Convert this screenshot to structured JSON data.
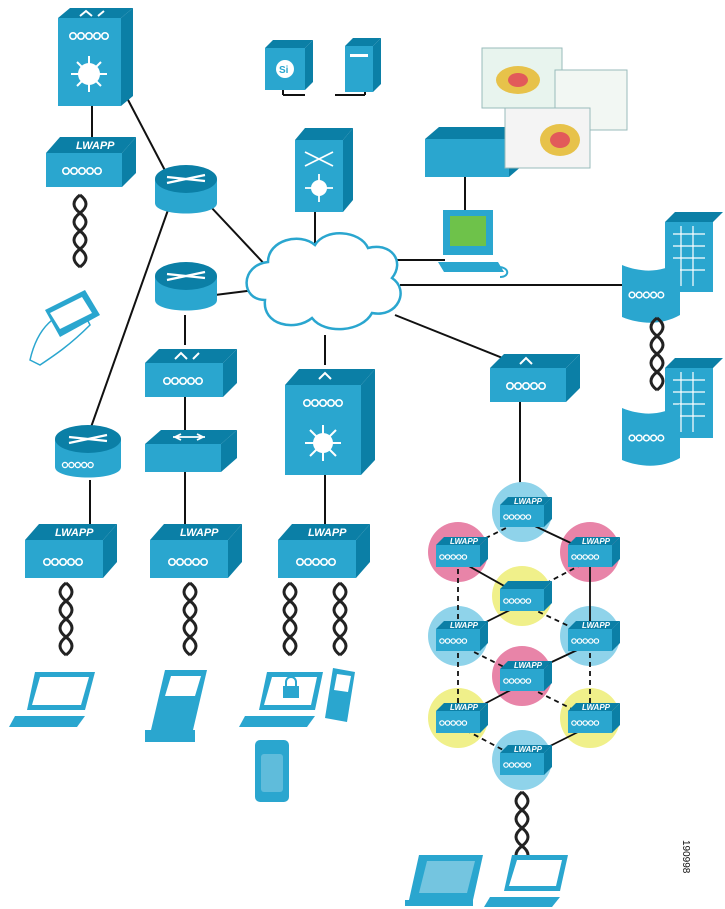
{
  "labels": {
    "ap": "LWAPP",
    "mesh_ap": "LWAPP",
    "si": "Si",
    "figure_id": "190998"
  },
  "colors": {
    "device_blue": "#2aa6cf",
    "device_dark": "#0b7fa6",
    "outline": "#0a4f6b",
    "halo_blue": "#8fd3ea",
    "halo_pink": "#e884a8",
    "halo_yellow": "#f0f08a",
    "cloud_fill": "#ffffff",
    "cloud_stroke": "#2aa6cf"
  },
  "icons": {
    "multilayer_switch": "multilayer-switch-icon",
    "router": "router-icon",
    "access_point": "lightweight-ap-icon",
    "wlan_controller": "wlan-controller-icon",
    "workgroup_switch": "workgroup-switch-icon",
    "server": "server-icon",
    "wcs": "wireless-control-system-icon",
    "pc": "workstation-icon",
    "building": "building-icon",
    "bridge": "wireless-bridge-icon",
    "laptop": "laptop-icon",
    "pda": "pda-icon",
    "phone": "wifi-phone-icon",
    "cloud": "network-cloud-icon"
  }
}
